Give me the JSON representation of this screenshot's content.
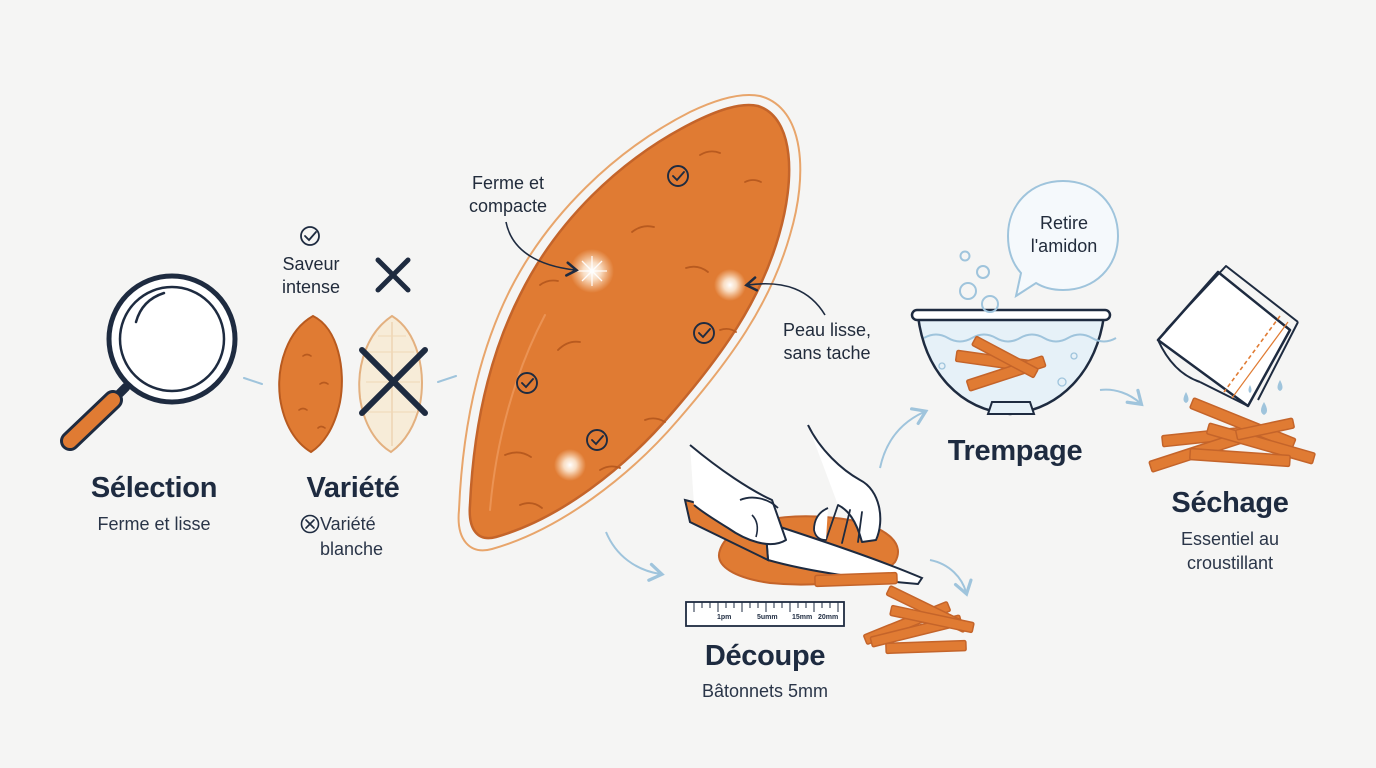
{
  "steps": {
    "selection": {
      "title": "Sélection",
      "subtitle": "Ferme et lisse"
    },
    "variete": {
      "title": "Variété",
      "good_label": "Saveur intense",
      "bad_label": "Variété blanche"
    },
    "decoupe": {
      "title": "Découpe",
      "subtitle": "Bâtonnets 5mm"
    },
    "trempage": {
      "title": "Trempage",
      "bubble": "Retire l'amidon"
    },
    "sechage": {
      "title": "Séchage",
      "subtitle": "Essentiel au croustillant"
    }
  },
  "potato_callouts": {
    "firm": "Ferme et compacte",
    "skin": "Peau lisse, sans tache"
  },
  "ruler": {
    "labels": [
      "1pm",
      "5umm",
      "15mm",
      "20mm"
    ]
  },
  "icons": [
    "magnifier-icon",
    "check-icon",
    "cross-icon",
    "sweet-potato",
    "white-potato",
    "knife-icon",
    "hand-icon",
    "ruler-icon",
    "bowl-icon",
    "towel-icon",
    "fries-icon",
    "speech-bubble-icon",
    "flow-arrow-icon",
    "water-drop-icon"
  ],
  "colors": {
    "orange": "#e07b33",
    "orange_dark": "#b85a1f",
    "navy": "#1e2b40",
    "blue_light": "#9fc4dc",
    "cream": "#f7ecd8",
    "background": "#f5f5f4"
  }
}
